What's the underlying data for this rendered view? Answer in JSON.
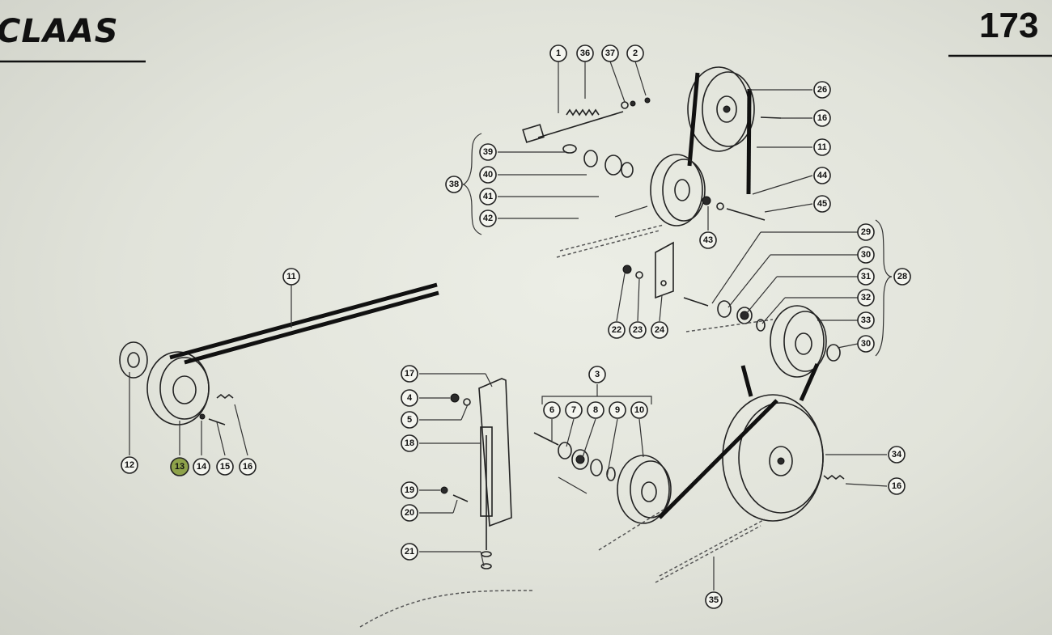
{
  "header": {
    "brand": "CLAAS",
    "page_number": "173"
  },
  "diagram": {
    "callouts": [
      {
        "id": "c1",
        "label": "1"
      },
      {
        "id": "c36",
        "label": "36"
      },
      {
        "id": "c37",
        "label": "37"
      },
      {
        "id": "c2",
        "label": "2"
      },
      {
        "id": "c26",
        "label": "26"
      },
      {
        "id": "c16a",
        "label": "16"
      },
      {
        "id": "c11a",
        "label": "11"
      },
      {
        "id": "c44",
        "label": "44"
      },
      {
        "id": "c45",
        "label": "45"
      },
      {
        "id": "c38",
        "label": "38"
      },
      {
        "id": "c39",
        "label": "39"
      },
      {
        "id": "c40",
        "label": "40"
      },
      {
        "id": "c41",
        "label": "41"
      },
      {
        "id": "c42",
        "label": "42"
      },
      {
        "id": "c43",
        "label": "43"
      },
      {
        "id": "c29",
        "label": "29"
      },
      {
        "id": "c30a",
        "label": "30"
      },
      {
        "id": "c31",
        "label": "31"
      },
      {
        "id": "c28",
        "label": "28"
      },
      {
        "id": "c32",
        "label": "32"
      },
      {
        "id": "c33",
        "label": "33"
      },
      {
        "id": "c30b",
        "label": "30"
      },
      {
        "id": "c22",
        "label": "22"
      },
      {
        "id": "c23",
        "label": "23"
      },
      {
        "id": "c24",
        "label": "24"
      },
      {
        "id": "c11b",
        "label": "11"
      },
      {
        "id": "c12",
        "label": "12"
      },
      {
        "id": "c13",
        "label": "13",
        "highlighted": true
      },
      {
        "id": "c14",
        "label": "14"
      },
      {
        "id": "c15",
        "label": "15"
      },
      {
        "id": "c16b",
        "label": "16"
      },
      {
        "id": "c17",
        "label": "17"
      },
      {
        "id": "c4",
        "label": "4"
      },
      {
        "id": "c5",
        "label": "5"
      },
      {
        "id": "c18",
        "label": "18"
      },
      {
        "id": "c19",
        "label": "19"
      },
      {
        "id": "c20",
        "label": "20"
      },
      {
        "id": "c21",
        "label": "21"
      },
      {
        "id": "c3",
        "label": "3"
      },
      {
        "id": "c6",
        "label": "6"
      },
      {
        "id": "c7",
        "label": "7"
      },
      {
        "id": "c8",
        "label": "8"
      },
      {
        "id": "c9",
        "label": "9"
      },
      {
        "id": "c10",
        "label": "10"
      },
      {
        "id": "c34",
        "label": "34"
      },
      {
        "id": "c16c",
        "label": "16"
      },
      {
        "id": "c35",
        "label": "35"
      }
    ],
    "highlight_color": "#8ea24a"
  }
}
